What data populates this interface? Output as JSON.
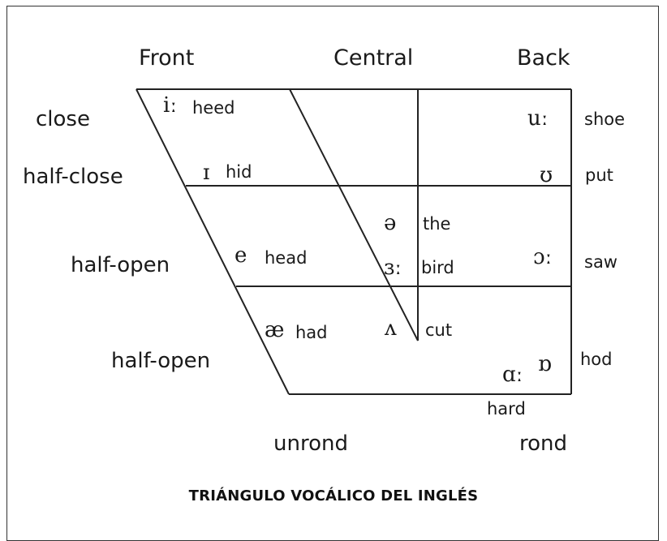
{
  "title": "TRIÁNGULO VOCÁLICO DEL INGLÉS",
  "columns": {
    "front": "Front",
    "central": "Central",
    "back": "Back"
  },
  "rows": {
    "close": "close",
    "half_close": "half-close",
    "half_open_1": "half-open",
    "half_open_2": "half-open"
  },
  "rounding": {
    "unround": "unrond",
    "round": "rond"
  },
  "vowels": {
    "i_long": {
      "symbol": "iː",
      "word": "heed"
    },
    "u_long": {
      "symbol": "uː",
      "word": "shoe"
    },
    "i_short": {
      "symbol": "ɪ",
      "word": "hid"
    },
    "u_short": {
      "symbol": "ʊ",
      "word": "put"
    },
    "schwa": {
      "symbol": "ə",
      "word": "the"
    },
    "e": {
      "symbol": "e",
      "word": "head"
    },
    "er_long": {
      "symbol": "ɜː",
      "word": "bird"
    },
    "aw_long": {
      "symbol": "ɔː",
      "word": "saw"
    },
    "ae": {
      "symbol": "æ",
      "word": "had"
    },
    "wedge": {
      "symbol": "ʌ",
      "word": "cut"
    },
    "a_long": {
      "symbol": "ɑː",
      "word": "hard"
    },
    "o_short": {
      "symbol": "ɒ",
      "word": "hod"
    }
  }
}
